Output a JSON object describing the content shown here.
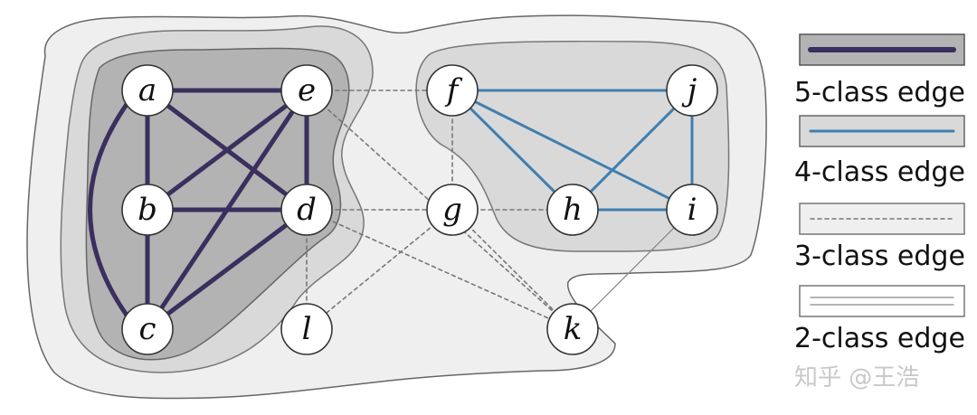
{
  "colors": {
    "class5": "#3a2f5e",
    "class4": "#3f7fb0",
    "class3": "#777777",
    "class2": "#888888",
    "region_outer": "#efefef",
    "region_mid": "#d9d9d9",
    "region_inner": "#b3b3b3"
  },
  "nodes": [
    {
      "id": "a",
      "label": "a"
    },
    {
      "id": "b",
      "label": "b"
    },
    {
      "id": "c",
      "label": "c"
    },
    {
      "id": "d",
      "label": "d"
    },
    {
      "id": "e",
      "label": "e"
    },
    {
      "id": "f",
      "label": "f"
    },
    {
      "id": "g",
      "label": "g"
    },
    {
      "id": "h",
      "label": "h"
    },
    {
      "id": "i",
      "label": "i"
    },
    {
      "id": "j",
      "label": "j"
    },
    {
      "id": "k",
      "label": "k"
    },
    {
      "id": "l",
      "label": "l"
    }
  ],
  "edges": [
    {
      "from": "a",
      "to": "b",
      "class": 5
    },
    {
      "from": "b",
      "to": "c",
      "class": 5
    },
    {
      "from": "a",
      "to": "c",
      "class": 5
    },
    {
      "from": "a",
      "to": "e",
      "class": 5
    },
    {
      "from": "a",
      "to": "d",
      "class": 5
    },
    {
      "from": "b",
      "to": "e",
      "class": 5
    },
    {
      "from": "b",
      "to": "d",
      "class": 5
    },
    {
      "from": "c",
      "to": "e",
      "class": 5
    },
    {
      "from": "c",
      "to": "d",
      "class": 5
    },
    {
      "from": "e",
      "to": "d",
      "class": 5
    },
    {
      "from": "f",
      "to": "j",
      "class": 4
    },
    {
      "from": "f",
      "to": "h",
      "class": 4
    },
    {
      "from": "f",
      "to": "i",
      "class": 4
    },
    {
      "from": "j",
      "to": "h",
      "class": 4
    },
    {
      "from": "j",
      "to": "i",
      "class": 4
    },
    {
      "from": "h",
      "to": "i",
      "class": 4
    },
    {
      "from": "e",
      "to": "f",
      "class": 3
    },
    {
      "from": "e",
      "to": "k",
      "class": 3
    },
    {
      "from": "f",
      "to": "g",
      "class": 3
    },
    {
      "from": "d",
      "to": "g",
      "class": 3
    },
    {
      "from": "d",
      "to": "l",
      "class": 3
    },
    {
      "from": "d",
      "to": "k",
      "class": 3
    },
    {
      "from": "g",
      "to": "h",
      "class": 3
    },
    {
      "from": "g",
      "to": "l",
      "class": 3
    },
    {
      "from": "g",
      "to": "k",
      "class": 3
    },
    {
      "from": "k",
      "to": "i",
      "class": 2
    }
  ],
  "legend": [
    {
      "class": 5,
      "label": "5-class edge"
    },
    {
      "class": 4,
      "label": "4-class edge"
    },
    {
      "class": 3,
      "label": "3-class edge"
    },
    {
      "class": 2,
      "label": "2-class edge"
    }
  ],
  "watermark": "知乎 @王浩"
}
